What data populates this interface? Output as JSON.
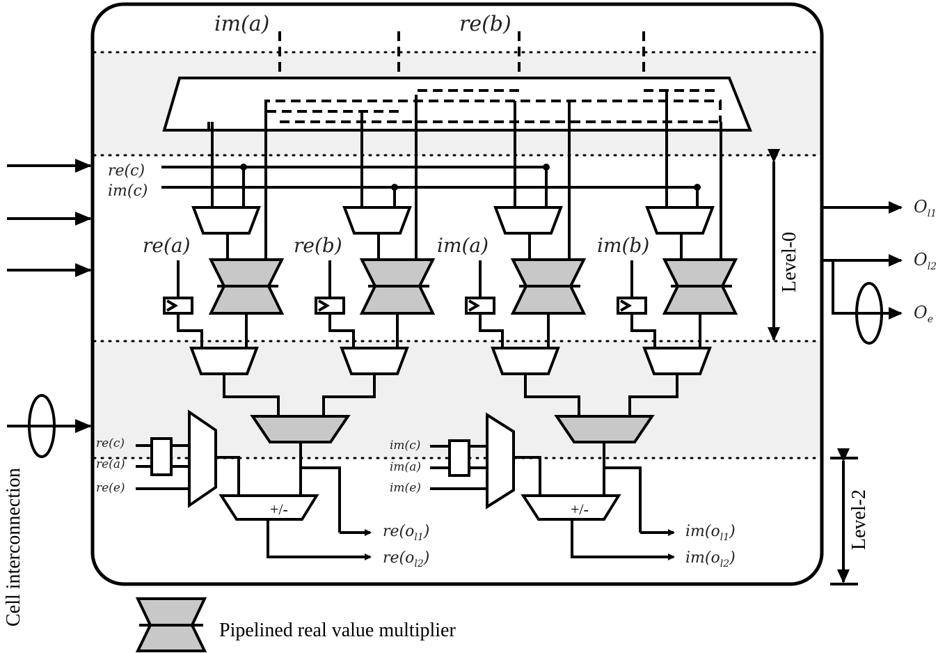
{
  "top_labels": {
    "im_a": "im(a)",
    "re_b": "re(b)"
  },
  "row_inputs": {
    "re_c": "re(c)",
    "im_c": "im(c)"
  },
  "multiplier_labels": [
    "re(a)",
    "re(b)",
    "im(a)",
    "im(b)"
  ],
  "bottom_left_inputs": [
    "re(c)",
    "re(a)",
    "re(e)"
  ],
  "bottom_right_inputs": [
    "im(c)",
    "im(a)",
    "im(e)"
  ],
  "adder_label": "+/-",
  "outputs_left": [
    "re(o",
    "l1",
    ")",
    "re(o",
    "l2",
    ")"
  ],
  "outputs_right": [
    "im(o",
    "l1",
    ")",
    "im(o",
    "l2",
    ")"
  ],
  "right_outputs": [
    {
      "main": "O",
      "sub": "l1"
    },
    {
      "main": "O",
      "sub": "l2"
    },
    {
      "main": "O",
      "sub": "e"
    }
  ],
  "level0": "Level-0",
  "level2": "Level-2",
  "cell_interconnection": "Cell interconnection",
  "legend_label": "Pipelined real value multiplier"
}
